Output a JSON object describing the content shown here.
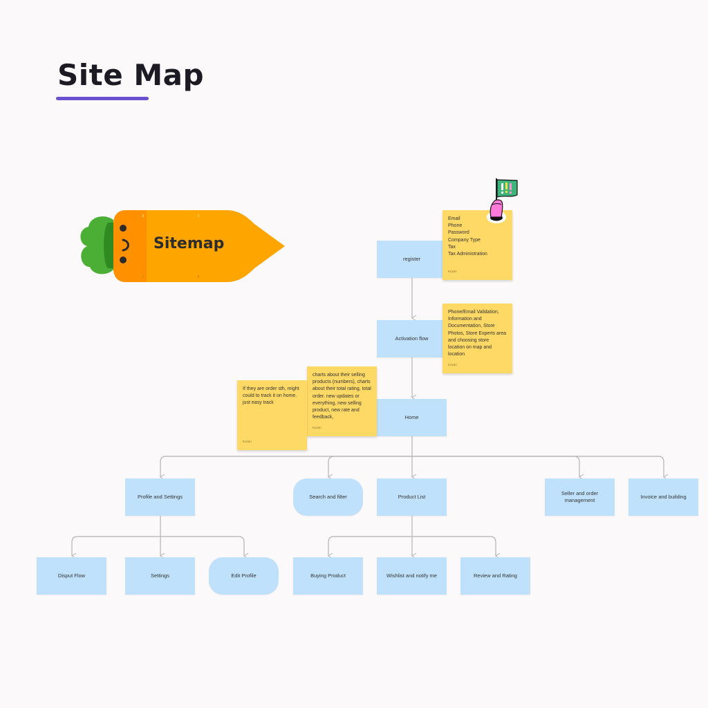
{
  "page": {
    "title": "Site Map"
  },
  "badge": {
    "label": "Sitemap"
  },
  "nodes": {
    "register": "register",
    "activation": "Activation flow",
    "home": "Home",
    "profile": "Profile and Settings",
    "search": "Search and filter",
    "product_list": "Product List",
    "seller": "Seller and order management",
    "invoice": "Invoice and building",
    "disput": "Disput Flow",
    "settings": "Settings",
    "edit_profile": "Edit Profile",
    "buying": "Buying Product",
    "wishlist": "Wishlist and notify me",
    "review": "Review and Rating"
  },
  "notes": {
    "register_fields": {
      "text": "Email\nPhone\nPassword\nCompany Type\nTax\nTax Administration",
      "author": "Kozan"
    },
    "activation_details": {
      "text": "Phone/Email Validation, Information and Documentation, Store Photos, Store Experts area and choosing store location on map and location",
      "author": "Kozan"
    },
    "home_charts": {
      "text": "charts about their selling products (numbers), charts about their total rating, total order. new updates or everything, new selling product, new rate and feedback,",
      "author": "Kozan"
    },
    "home_orders": {
      "text": "If they are order sth, might could to track it on home. just easy track",
      "author": "Kozan"
    }
  },
  "colors": {
    "node_fill": "#bfe1fb",
    "note_fill": "#ffd966",
    "connector": "#b3b3b3",
    "accent_underline": "#6a4fd1",
    "carrot_body": "#ffa500",
    "carrot_leaves": "#4caf35"
  }
}
